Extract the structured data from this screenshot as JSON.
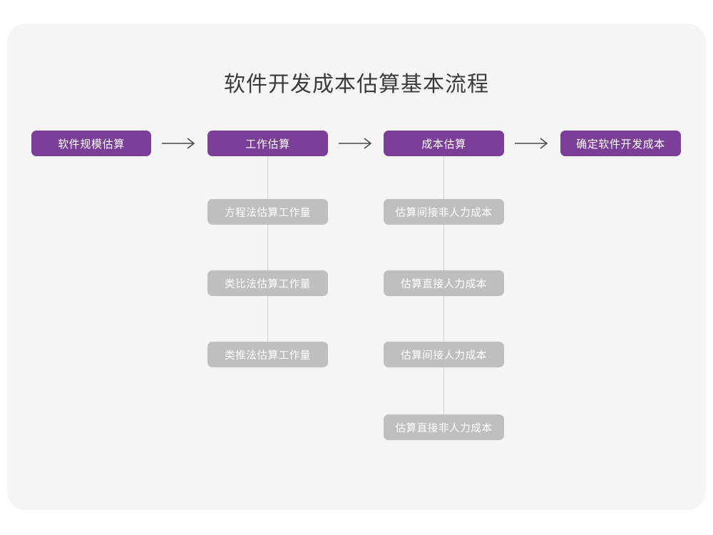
{
  "canvas": {
    "background": "#f5f5f5",
    "page_background": "#ffffff"
  },
  "colors": {
    "primary_node": "#7b3f98",
    "secondary_node": "#bfbfbf",
    "node_text": "#ffffff",
    "title_text": "#3b3b3b",
    "arrow": "#4a4a4a",
    "connector_line": "#d2d2d2"
  },
  "title": "软件开发成本估算基本流程",
  "icons": {
    "arrow": "long-right-arrow-icon"
  },
  "flow": {
    "stages": [
      {
        "id": "stage-1",
        "label": "软件规模估算",
        "children": []
      },
      {
        "id": "stage-2",
        "label": "工作估算",
        "children": [
          "方程法估算工作量",
          "类比法估算工作量",
          "类推法估算工作量"
        ]
      },
      {
        "id": "stage-3",
        "label": "成本估算",
        "children": [
          "估算间接非人力成本",
          "估算直接人力成本",
          "估算间接人力成本",
          "估算直接非人力成本"
        ]
      },
      {
        "id": "stage-4",
        "label": "确定软件开发成本",
        "children": []
      }
    ],
    "connectors": [
      {
        "from": "stage-1",
        "to": "stage-2",
        "type": "arrow"
      },
      {
        "from": "stage-2",
        "to": "stage-3",
        "type": "arrow"
      },
      {
        "from": "stage-3",
        "to": "stage-4",
        "type": "arrow"
      }
    ]
  }
}
